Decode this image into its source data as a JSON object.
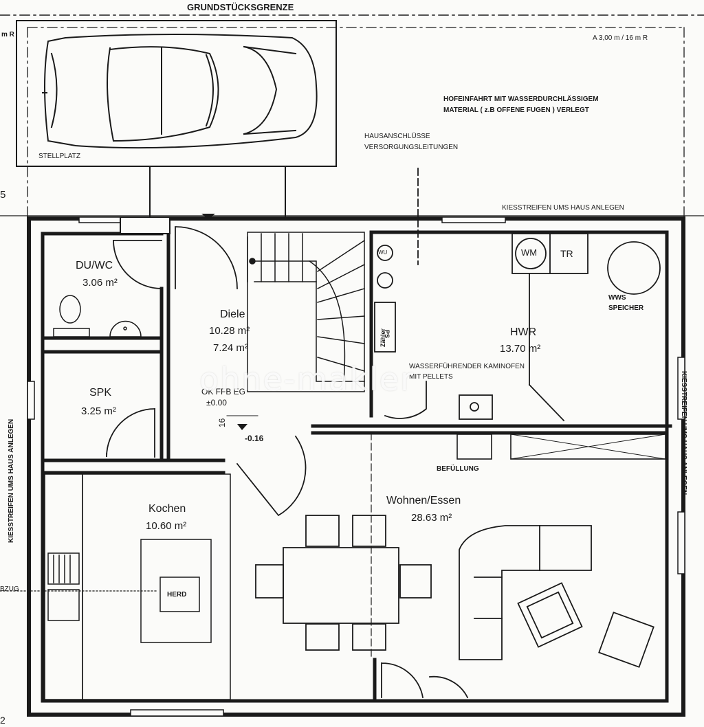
{
  "header": {
    "boundary": "GRUNDSTÜCKSGRENZE"
  },
  "notes": {
    "left_edge": "m R",
    "distance": "A 3,00 m  / 16 m R",
    "driveway": [
      "HOFEINFAHRT MIT WASSERDURCHLÄSSIGEM",
      "MATERIAL ( z.B OFFENE FUGEN ) VERLEGT"
    ],
    "utilities": [
      "HAUSANSCHLÜSSE",
      "VERSORGUNGSLEITUNGEN"
    ],
    "gravel_top": "KIESSTREIFEN UMS HAUS ANLEGEN",
    "gravel_left": "KIESSTREIFEN UMS HAUS ANLEGEN",
    "gravel_right": "KIESSTREIFEN UMS HAUS ANLEGEN",
    "parking": "STELLPLATZ",
    "edge_mark_5": "5",
    "edge_mark_zug": "BZUG",
    "edge_mark_2": "2"
  },
  "rooms": {
    "duwc": {
      "name": "DU/WC",
      "area": "3.06 m²"
    },
    "diele": {
      "name": "Diele",
      "area1": "10.28 m²",
      "area2": "7.24 m²"
    },
    "hwr": {
      "name": "HWR",
      "area": "13.70 m²"
    },
    "spk": {
      "name": "SPK",
      "area": "3.25 m²"
    },
    "kochen": {
      "name": "Kochen",
      "area": "10.60 m²"
    },
    "wohnen": {
      "name": "Wohnen/Essen",
      "area": "28.63 m²"
    }
  },
  "fixtures": {
    "wm": "WM",
    "tr": "TR",
    "wws": [
      "WWS",
      "SPEICHER"
    ],
    "wu": "WU",
    "zaehler": "Zähler",
    "ps": "PS",
    "herd": "HERD",
    "befuellung": "BEFÜLLUNG",
    "kamin": [
      "WASSERFÜHRENDER KAMINOFEN",
      "MIT PELLETS"
    ]
  },
  "levels": {
    "okffbeg": "OK FFB EG",
    "zero": "±0.00",
    "minus": "-0.16",
    "step": "16"
  },
  "watermark": "ohne-makler"
}
